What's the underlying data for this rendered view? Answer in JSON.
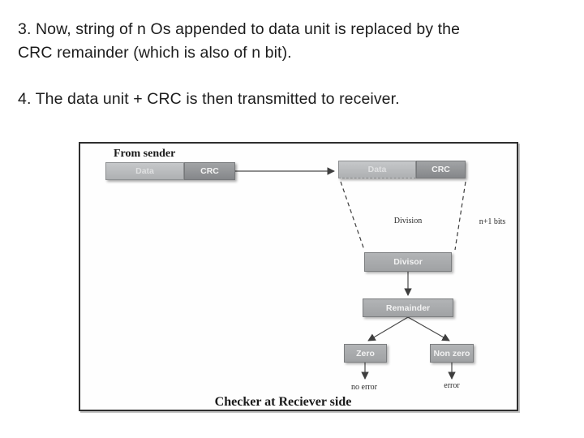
{
  "slide": {
    "text": {
      "p3_line1": "3. Now, string of n Os appended to data unit is replaced by the",
      "p3_line2": "CRC remainder (which is also of n bit).",
      "p4": "4. The data unit + CRC is then transmitted to receiver."
    }
  },
  "diagram": {
    "from_sender_label": "From sender",
    "sender_bar": {
      "data_label": "Data",
      "crc_label": "CRC"
    },
    "receiver_bar": {
      "data_label": "Data",
      "crc_label": "CRC"
    },
    "division_label": "Division",
    "n_plus_1_bits_label": "n+1 bits",
    "divisor_label": "Divisor",
    "remainder_label": "Remainder",
    "zero_label": "Zero",
    "non_zero_label": "Non zero",
    "no_error_label": "no error",
    "error_label": "error",
    "caption": "Checker at Reciever side",
    "colors": {
      "data_fill": "#b5b7b9",
      "crc_fill": "#8f9193",
      "box_fill": "#a9abad",
      "box_border": "#7c7e80",
      "line": "#4a4a4a",
      "frame_border": "#2f2f2f"
    }
  }
}
